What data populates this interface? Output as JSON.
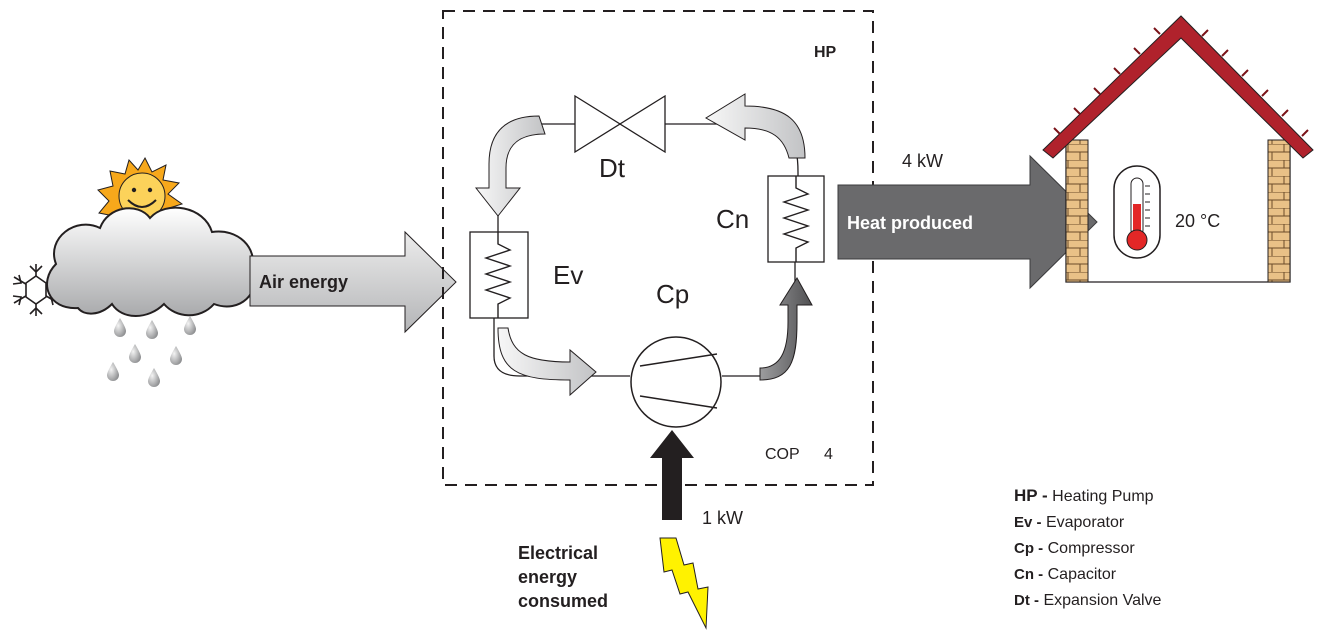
{
  "diagram": {
    "hp_label": "HP",
    "components": {
      "expansion_valve": "Dt",
      "evaporator": "Ev",
      "compressor": "Cp",
      "condenser": "Cn"
    },
    "flows": {
      "air_energy": "Air energy",
      "heat_produced": "Heat produced",
      "heat_value": "4 kW",
      "electric_value": "1 kW",
      "electric_label_lines": [
        "Electrical",
        "energy",
        "consumed"
      ]
    },
    "cop": {
      "label": "COP",
      "value": "4"
    },
    "house_temperature": "20 °C",
    "colors": {
      "roof": "#b0222c",
      "brick": "#e9c187",
      "thermometer_red": "#e32727",
      "sun": "#f7a81b",
      "lightning": "#fff200",
      "heat_arrow": "#6a6a6c",
      "air_arrow": "#d1d2d4"
    }
  },
  "legend": [
    {
      "abbr": "HP -",
      "text": " Heating Pump"
    },
    {
      "abbr": "Ev -",
      "text": " Evaporator"
    },
    {
      "abbr": "Cp -",
      "text": " Compressor"
    },
    {
      "abbr": "Cn -",
      "text": " Capacitor"
    },
    {
      "abbr": "Dt -",
      "text": " Expansion Valve"
    }
  ]
}
